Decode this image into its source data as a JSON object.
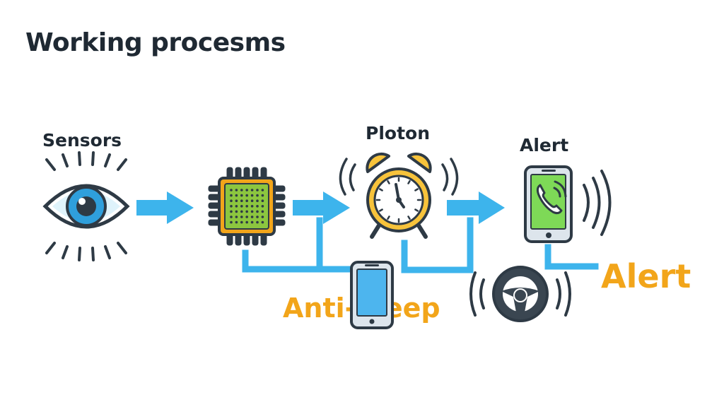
{
  "title": "Working procesms",
  "nodes": {
    "sensors": {
      "label": "Sensors",
      "icon": "eye-icon"
    },
    "processor": {
      "label": "",
      "icon": "microchip-icon"
    },
    "ploton": {
      "label": "Ploton",
      "icon": "alarm-clock-icon"
    },
    "alert": {
      "label": "Alert",
      "icon": "smartphone-call-icon"
    }
  },
  "branches": {
    "anti_sleep": {
      "label": "Anti-Sleep",
      "icon": "smartphone-icon"
    },
    "alert": {
      "label": "Alert",
      "icon": "steering-wheel-icon"
    }
  },
  "colors": {
    "arrow": "#3db4ec",
    "chip": "#8cc63f",
    "chip_border": "#f2a51a",
    "clock": "#f7c33b",
    "phone_screen_green": "#7ed957",
    "phone_screen_blue": "#4db5ee",
    "accent_text": "#f2a51a",
    "dark": "#2e3a45"
  }
}
